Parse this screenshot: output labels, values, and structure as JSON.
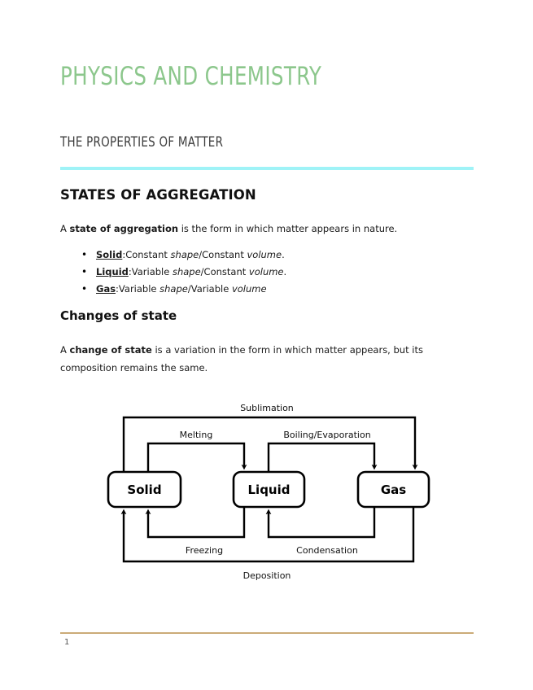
{
  "header": {
    "title": "PHYSICS AND CHEMISTRY",
    "subtitle": "THE PROPERTIES OF MATTER",
    "rule_color": "#9ff3f7",
    "title_color": "#8cc78c"
  },
  "sections": {
    "states": {
      "heading": "STATES OF AGGREGATION",
      "paragraph_prefix": "A ",
      "paragraph_bold": "state of aggregation",
      "paragraph_suffix": " is the form in which matter appears in nature.",
      "bullets": [
        {
          "term": "Solid",
          "colon": ":",
          "t1": "Constant ",
          "i1": "shape",
          "t2": "/Constant ",
          "i2": "volume",
          "t3": "."
        },
        {
          "term": "Liquid",
          "colon": ":",
          "t1": "Variable ",
          "i1": "shape",
          "t2": "/Constant ",
          "i2": "volume",
          "t3": "."
        },
        {
          "term": "Gas",
          "colon": ":",
          "t1": "Variable ",
          "i1": "shape",
          "t2": "/Variable ",
          "i2": "volume",
          "t3": ""
        }
      ]
    },
    "changes": {
      "heading": "Changes of state",
      "paragraph_prefix": "A ",
      "paragraph_bold": "change of state",
      "paragraph_suffix": " is a variation in the form in which matter appears, but its composition remains the same."
    }
  },
  "diagram": {
    "states": [
      {
        "label": "Solid"
      },
      {
        "label": "Liquid"
      },
      {
        "label": "Gas"
      }
    ],
    "transitions": [
      {
        "name": "Sublimation",
        "from": "Solid",
        "to": "Gas"
      },
      {
        "name": "Melting",
        "from": "Solid",
        "to": "Liquid"
      },
      {
        "name": "Boiling/Evaporation",
        "from": "Liquid",
        "to": "Gas"
      },
      {
        "name": "Freezing",
        "from": "Liquid",
        "to": "Solid"
      },
      {
        "name": "Condensation",
        "from": "Gas",
        "to": "Liquid"
      },
      {
        "name": "Deposition",
        "from": "Gas",
        "to": "Solid"
      }
    ]
  },
  "footer": {
    "page_number": "1",
    "rule_color": "#cbab78"
  }
}
